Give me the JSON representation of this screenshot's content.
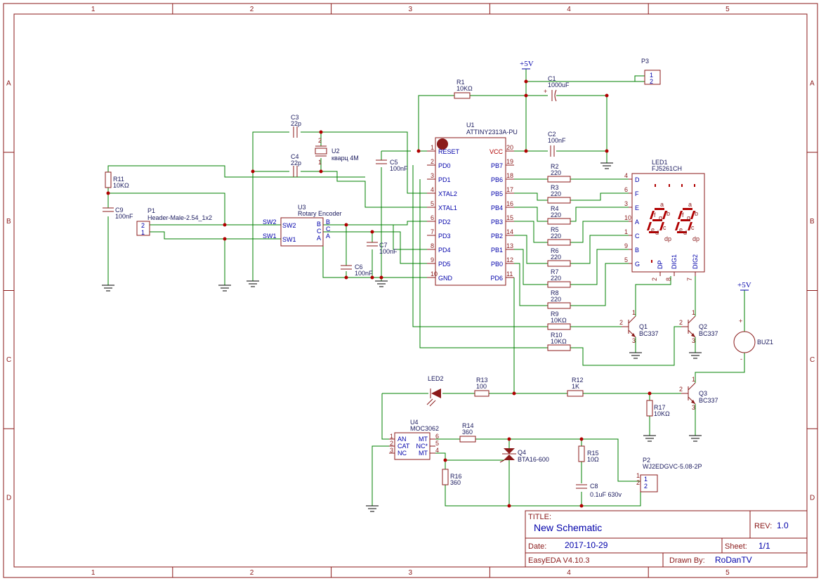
{
  "zones": {
    "columns": [
      "1",
      "2",
      "3",
      "4",
      "5"
    ],
    "rows": [
      "A",
      "B",
      "C",
      "D"
    ]
  },
  "power": {
    "vcc": "+5V"
  },
  "components": {
    "u1": {
      "ref": "U1",
      "value": "ATTINY2313A-PU",
      "left_pins": [
        {
          "num": "1",
          "name": "RESET"
        },
        {
          "num": "2",
          "name": "PD0"
        },
        {
          "num": "3",
          "name": "PD1"
        },
        {
          "num": "4",
          "name": "XTAL2"
        },
        {
          "num": "5",
          "name": "XTAL1"
        },
        {
          "num": "6",
          "name": "PD2"
        },
        {
          "num": "7",
          "name": "PD3"
        },
        {
          "num": "8",
          "name": "PD4"
        },
        {
          "num": "9",
          "name": "PD5"
        },
        {
          "num": "10",
          "name": "GND"
        }
      ],
      "right_pins": [
        {
          "num": "20",
          "name": "VCC"
        },
        {
          "num": "19",
          "name": "PB7"
        },
        {
          "num": "18",
          "name": "PB6"
        },
        {
          "num": "17",
          "name": "PB5"
        },
        {
          "num": "16",
          "name": "PB4"
        },
        {
          "num": "15",
          "name": "PB3"
        },
        {
          "num": "14",
          "name": "PB2"
        },
        {
          "num": "13",
          "name": "PB1"
        },
        {
          "num": "12",
          "name": "PB0"
        },
        {
          "num": "11",
          "name": "PD6"
        }
      ]
    },
    "r1": {
      "ref": "R1",
      "value": "10KΩ"
    },
    "c1": {
      "ref": "C1",
      "value": "1000uF",
      "plus": "+"
    },
    "c2": {
      "ref": "C2",
      "value": "100nF"
    },
    "p3": {
      "ref": "P3",
      "pin1": "1",
      "pin2": "2"
    },
    "c3": {
      "ref": "C3",
      "value": "22p"
    },
    "c4": {
      "ref": "C4",
      "value": "22p"
    },
    "u2": {
      "ref": "U2",
      "value": "кварц 4M",
      "pin1": "1",
      "pin2": "2"
    },
    "c5": {
      "ref": "C5",
      "value": "100nF"
    },
    "r11": {
      "ref": "R11",
      "value": "10KΩ"
    },
    "c9": {
      "ref": "C9",
      "value": "100nF"
    },
    "p1": {
      "ref": "P1",
      "value": "Header-Male-2.54_1x2",
      "pin1": "1",
      "pin2": "2"
    },
    "u3": {
      "ref": "U3",
      "value": "Rotary Encoder",
      "sw2": "SW2",
      "sw1": "SW1",
      "b": "B",
      "c": "C",
      "a": "A"
    },
    "c6": {
      "ref": "C6",
      "value": "100nF"
    },
    "c7": {
      "ref": "C7",
      "value": "100nF"
    },
    "r2": {
      "ref": "R2",
      "value": "220"
    },
    "r3": {
      "ref": "R3",
      "value": "220"
    },
    "r4": {
      "ref": "R4",
      "value": "220"
    },
    "r5": {
      "ref": "R5",
      "value": "220"
    },
    "r6": {
      "ref": "R6",
      "value": "220"
    },
    "r7": {
      "ref": "R7",
      "value": "220"
    },
    "r8": {
      "ref": "R8",
      "value": "220"
    },
    "r9": {
      "ref": "R9",
      "value": "10KΩ"
    },
    "r10": {
      "ref": "R10",
      "value": "10KΩ"
    },
    "led1": {
      "ref": "LED1",
      "value": "FJ5261CH",
      "pins": [
        {
          "num": "4",
          "name": "D"
        },
        {
          "num": "6",
          "name": "F"
        },
        {
          "num": "3",
          "name": "E"
        },
        {
          "num": "10",
          "name": "A"
        },
        {
          "num": "1",
          "name": "C"
        },
        {
          "num": "9",
          "name": "B"
        },
        {
          "num": "5",
          "name": "G"
        }
      ],
      "bottom_pins": [
        {
          "num": "2",
          "name": "DP"
        },
        {
          "num": "8",
          "name": "DIG1"
        },
        {
          "num": "7",
          "name": "DIG2"
        }
      ],
      "seg_labels": {
        "a": "a",
        "f": "f",
        "g": "g",
        "b": "b",
        "e": "e",
        "d": "d",
        "c": "c",
        "dp": "dp"
      }
    },
    "q1": {
      "ref": "Q1",
      "value": "BC337",
      "p1": "1",
      "p2": "2",
      "p3": "3"
    },
    "q2": {
      "ref": "Q2",
      "value": "BC337",
      "p1": "1",
      "p2": "2",
      "p3": "3"
    },
    "q3": {
      "ref": "Q3",
      "value": "BC337",
      "p1": "1",
      "p2": "2",
      "p3": "3"
    },
    "buz1": {
      "ref": "BUZ1",
      "plus": "+",
      "minus": "-"
    },
    "led2": {
      "ref": "LED2"
    },
    "r13": {
      "ref": "R13",
      "value": "100"
    },
    "r12": {
      "ref": "R12",
      "value": "1K"
    },
    "r17": {
      "ref": "R17",
      "value": "10KΩ"
    },
    "u4": {
      "ref": "U4",
      "value": "MOC3062",
      "left_pins": [
        {
          "num": "1",
          "name": "AN"
        },
        {
          "num": "2",
          "name": "CAT"
        },
        {
          "num": "3",
          "name": "NC"
        }
      ],
      "right_pins": [
        {
          "num": "6",
          "name": "MT"
        },
        {
          "num": "5",
          "name": "NC*"
        },
        {
          "num": "4",
          "name": "MT"
        }
      ]
    },
    "r14": {
      "ref": "R14",
      "value": "360"
    },
    "q4": {
      "ref": "Q4",
      "value": "BTA16-600"
    },
    "r15": {
      "ref": "R15",
      "value": "10Ω"
    },
    "c8": {
      "ref": "C8",
      "value": "0.1uF 630v"
    },
    "r16": {
      "ref": "R16",
      "value": "360"
    },
    "p2": {
      "ref": "P2",
      "value": "WJ2EDGVC-5.08-2P",
      "pin1": "1",
      "pin2": "2"
    }
  },
  "title_block": {
    "title_label": "TITLE:",
    "title": "New Schematic",
    "rev_label": "REV:",
    "rev": "1.0",
    "date_label": "Date:",
    "date": "2017-10-29",
    "sheet_label": "Sheet:",
    "sheet": "1/1",
    "tool": "EasyEDA V4.10.3",
    "drawn_label": "Drawn By:",
    "drawn_by": "RoDanTV"
  }
}
